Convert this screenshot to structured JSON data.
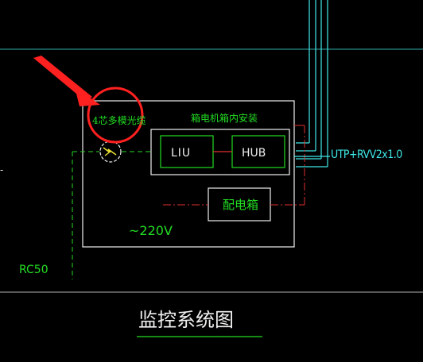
{
  "colors": {
    "background": "#000000",
    "cad_white": "#f0f0f0",
    "cad_green": "#22dd22",
    "cad_cyan": "#3fe8e8",
    "cad_red": "#e03030",
    "annotation_red": "#ff2020"
  },
  "labels": {
    "cable": "4芯多模光缆",
    "cabinet_note": "箱电机箱内安装",
    "liu": "LIU",
    "hub": "HUB",
    "power_box": "配电箱",
    "voltage": "~220V",
    "utp": "UTP+RVV2x1.0",
    "conduit": "RC50",
    "title": "监控系统图",
    "left_mark": "-"
  },
  "annotations": {
    "arrow": "red-arrow",
    "circle": "red-highlight-circle"
  }
}
